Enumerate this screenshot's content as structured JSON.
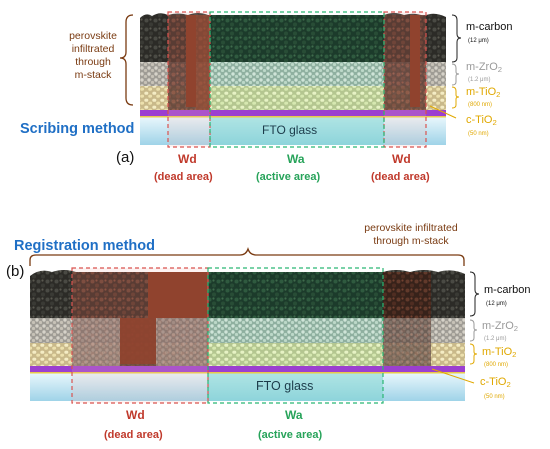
{
  "colors": {
    "carbon": "#2c2b27",
    "zro2": "#b9b4ab",
    "tio2": "#e6d9a2",
    "perovskite": "#7b2a12",
    "ctio2": "#9b3fd0",
    "fto": "#bfe5f2",
    "dead_border": "#d9534f",
    "active_border": "#2bb673",
    "carbon_text": "#111111",
    "zro2_text": "#9a9a9a",
    "tio2_text": "#e0a800",
    "perovskite_text": "#7a3b12",
    "wd_text": "#c0392b",
    "wa_text": "#27a35a",
    "method_text": "#1f6fc5"
  },
  "panel_a": {
    "label": "(a)",
    "method_title": "Scribing method",
    "infiltration_note": [
      "perovskite",
      "infiltrated",
      "through",
      "m-stack"
    ],
    "glass_label": "FTO glass",
    "layers": {
      "carbon": {
        "name": "m-carbon",
        "thickness": "(12 μm)"
      },
      "zro2": {
        "name": "m-ZrO",
        "sub": "2",
        "thickness": "(1.2 μm)"
      },
      "tio2": {
        "name": "m-TiO",
        "sub": "2",
        "thickness": "(800 nm)"
      },
      "ctio2": {
        "name": "c-TiO",
        "sub": "2",
        "thickness": "(50 nm)"
      }
    },
    "zones": {
      "left_dead": {
        "symbol": "Wd",
        "desc": "(dead area)"
      },
      "active": {
        "symbol": "Wa",
        "desc": "(active area)"
      },
      "right_dead": {
        "symbol": "Wd",
        "desc": "(dead area)"
      }
    }
  },
  "panel_b": {
    "label": "(b)",
    "method_title": "Registration method",
    "infiltration_note": [
      "perovskite infiltrated",
      "through m-stack"
    ],
    "glass_label": "FTO glass",
    "layers": {
      "carbon": {
        "name": "m-carbon",
        "thickness": "(12 μm)"
      },
      "zro2": {
        "name": "m-ZrO",
        "sub": "2",
        "thickness": "(1.2 μm)"
      },
      "tio2": {
        "name": "m-TiO",
        "sub": "2",
        "thickness": "(800 nm)"
      },
      "ctio2": {
        "name": "c-TiO",
        "sub": "2",
        "thickness": "(50 nm)"
      }
    },
    "zones": {
      "dead": {
        "symbol": "Wd",
        "desc": "(dead area)"
      },
      "active": {
        "symbol": "Wa",
        "desc": "(active area)"
      }
    }
  }
}
